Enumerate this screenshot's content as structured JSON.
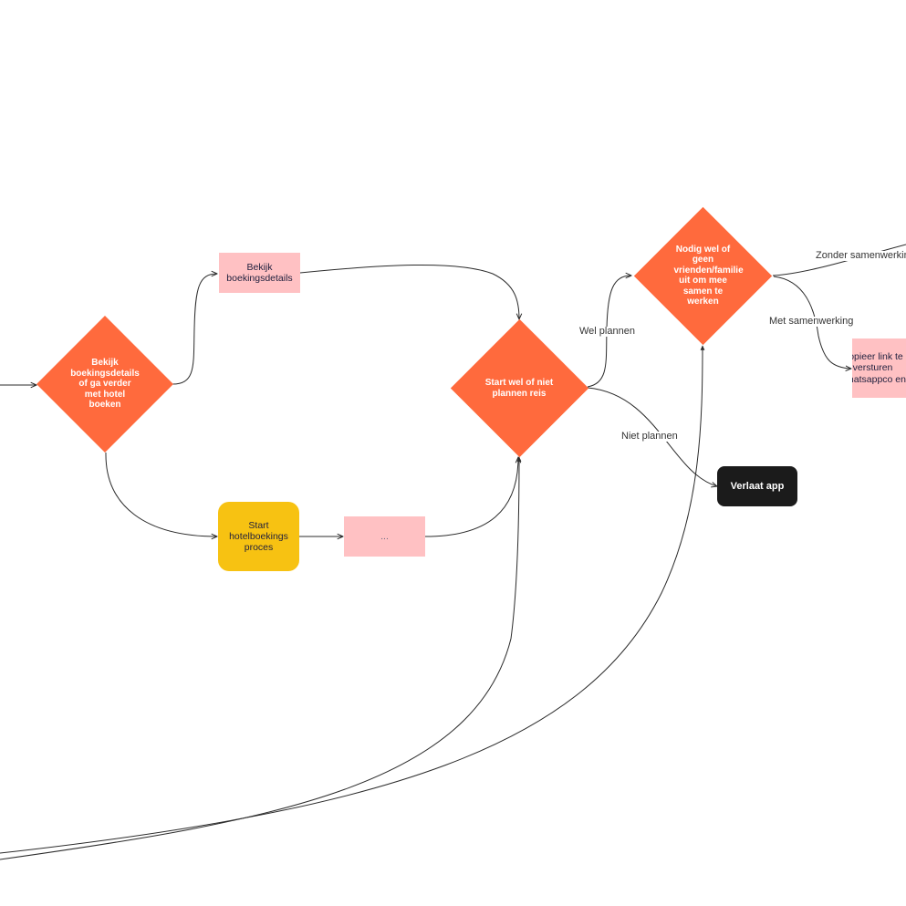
{
  "colors": {
    "decision": "#ff6a3d",
    "process": "#ffc1c3",
    "start": "#f7c212",
    "end": "#1b1b1b",
    "edge": "#2b2b2b"
  },
  "nodes": {
    "decision_booking": "Bekijk boekingsdetails of ga verder met hotel boeken",
    "view_details": "Bekijk boekingsdetails",
    "start_hotel": "Start hotelboekings proces",
    "ellipsis": "...",
    "decision_plan": "Start wel of niet plannen reis",
    "decision_invite": "Nodig wel of geen vrienden/familie uit om mee samen te werken",
    "leave_app": "Verlaat app",
    "copy_link": "Kopieer link te versturen Whatsappco en"
  },
  "edge_labels": {
    "wel_plannen": "Wel plannen",
    "niet_plannen": "Niet plannen",
    "zonder": "Zonder samenwerking",
    "met": "Met samenwerking"
  }
}
